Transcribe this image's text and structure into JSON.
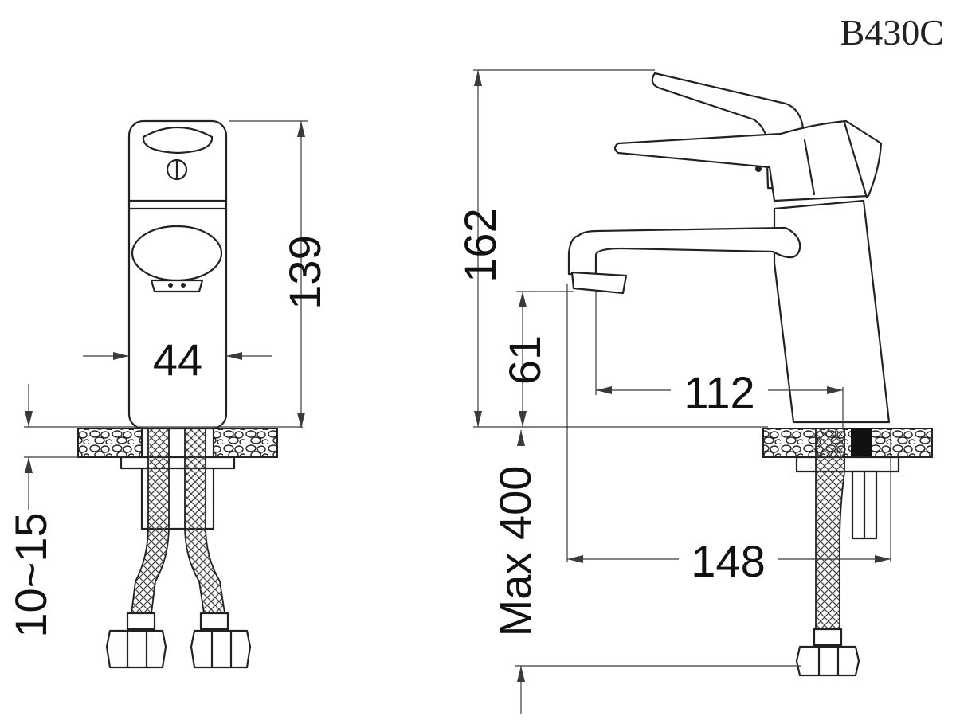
{
  "model_code": "B430C",
  "dimensions": {
    "body_height": "139",
    "body_diameter": "44",
    "deck_thickness": "10~15",
    "total_height": "162",
    "spout_height": "61",
    "spout_reach": "112",
    "total_length": "148",
    "hose_length": "Max 400"
  },
  "colors": {
    "line": "#222222",
    "dimension_line": "#3a3a3a",
    "background": "#ffffff"
  }
}
